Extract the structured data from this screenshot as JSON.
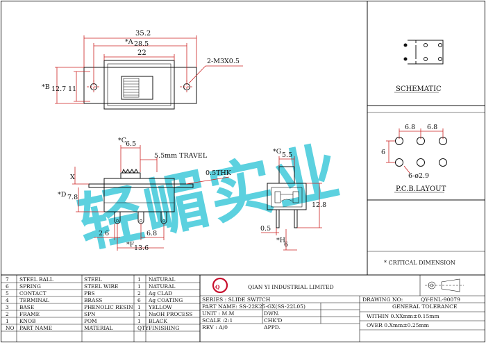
{
  "dimensions": {
    "overall_length": "35.2",
    "dim_a": "*A",
    "dim_a_value": "28.5",
    "body_length": "22",
    "screw_note": "2-M3X0.5",
    "dim_b": "*B",
    "dim_b_value": "12.7",
    "mount_height": "11",
    "dim_c": "*C",
    "dim_c_value": "6.5",
    "travel": "5.5mm TRAVEL",
    "x_label": "X",
    "thk": "0.5THK",
    "dim_d": "*D",
    "dim_d_value": "7.8",
    "pin_width": "2.6",
    "pin_pitch": "6.8",
    "dim_f": "*F",
    "dim_f_value": "13.6",
    "dim_g": "*G",
    "dim_g_value": "5.5",
    "side_height": "12.8",
    "side_pin_width": "0.5",
    "dim_h": "*H",
    "dim_h_value": "6"
  },
  "schematic": {
    "label": "SCHEMATIC"
  },
  "pcb": {
    "label": "P.C.B.LAYOUT",
    "pitch_1": "6.8",
    "pitch_2": "6.8",
    "row_pitch": "6",
    "hole_note": "6-ø2.9"
  },
  "critical_note": "* CRITICAL DIMENSION",
  "watermark": "轻嵋实业",
  "bom": {
    "rows": [
      {
        "no": "7",
        "part": "STEEL BALL",
        "material": "STEEL",
        "qty": "1",
        "finish": "NATURAL"
      },
      {
        "no": "6",
        "part": "SPRING",
        "material": "STEEL WIRE",
        "qty": "1",
        "finish": "NATURAL"
      },
      {
        "no": "5",
        "part": "CONTACT",
        "material": "PBS",
        "qty": "2",
        "finish": "Ag CLAD"
      },
      {
        "no": "4",
        "part": "TERMINAL",
        "material": "BRASS",
        "qty": "6",
        "finish": "Ag COATING"
      },
      {
        "no": "3",
        "part": "BASE",
        "material": "PHENOLIC RESIN",
        "qty": "1",
        "finish": "YELLOW"
      },
      {
        "no": "2",
        "part": "FRAME",
        "material": "SPN",
        "qty": "1",
        "finish": "NaOH PROCESS"
      },
      {
        "no": "1",
        "part": "KNOB",
        "material": "POM",
        "qty": "1",
        "finish": "BLACK"
      }
    ],
    "header": {
      "no": "NO",
      "part": "PART NAME",
      "material": "MATERIAL",
      "qty": "QTY",
      "finish": "FINISHING"
    }
  },
  "title_block": {
    "company": "QIAN YI INDUSTRIAL LIMITED",
    "logo_letter": "Q",
    "series": "SERIES : SLIDE SWITCH",
    "part_name": "PART NAME: SS-22K25-GX(SS-22L05)",
    "unit": "UNIT : M.M",
    "scale": "SCALE :2:1",
    "rev": "REV  : A/0",
    "dwn": "DWN.",
    "chkd": "CHK'D",
    "appd": "APPD.",
    "drawing_no_label": "DRAWING NO:",
    "drawing_no": "QY-ENL-90079",
    "general_tolerance": "GENERAL TOLERANCE",
    "tol_within": "WITHIN 0.XXmm±0.15mm",
    "tol_over": "OVER  0.Xmm±0.25mm"
  },
  "colors": {
    "dimension_line": "#cc2020",
    "outline": "#111111",
    "watermark": "#2ec4d6"
  }
}
